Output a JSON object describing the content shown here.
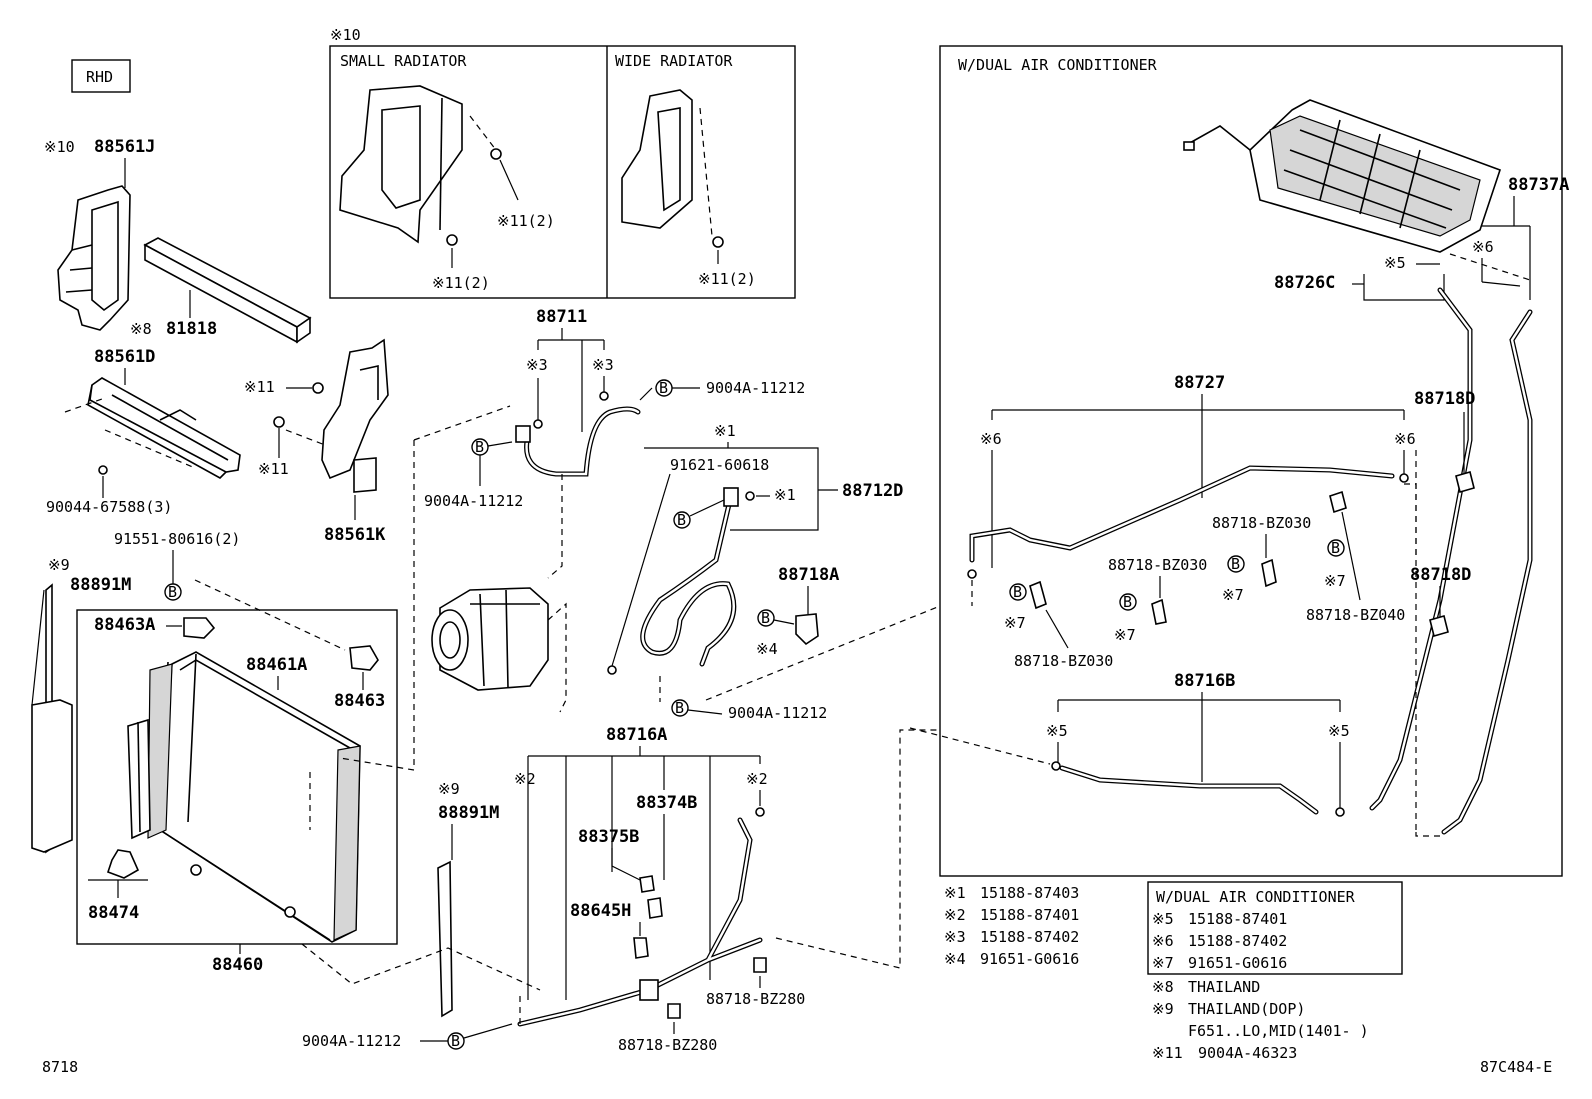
{
  "page": {
    "id_left": "8718",
    "id_right": "87C484-E",
    "rhd": "RHD"
  },
  "panels": {
    "small_radiator": "SMALL RADIATOR",
    "wide_radiator": "WIDE RADIATOR",
    "dual_ac": "W/DUAL AIR CONDITIONER",
    "panel_note": "※10"
  },
  "labels": {
    "l88561J_note": "※10",
    "l88561J": "88561J",
    "l81818_note": "※8",
    "l81818": "81818",
    "l88561D": "88561D",
    "l90044": "90044-67588(3)",
    "l11a": "※11",
    "l11b": "※11",
    "l88561K": "88561K",
    "l91551": "91551-80616(2)",
    "l9a": "※9",
    "l88891Ma": "88891M",
    "l88463A": "88463A",
    "l88461A": "88461A",
    "l88463": "88463",
    "l88474": "88474",
    "l88460": "88460",
    "l9b": "※9",
    "l88891Mb": "88891M",
    "l11_2a": "※11(2)",
    "l11_2b": "※11(2)",
    "l11_2c": "※11(2)",
    "l88711": "88711",
    "l3a": "※3",
    "l3b": "※3",
    "l9004_1": "9004A-11212",
    "l9004_2": "9004A-11212",
    "l9004_3": "9004A-11212",
    "l9004_4": "9004A-11212",
    "l1a": "※1",
    "l1b": "※1",
    "l91621": "91621-60618",
    "l88712D": "88712D",
    "l88718A": "88718A",
    "l4": "※4",
    "l88716A": "88716A",
    "l2a": "※2",
    "l2b": "※2",
    "l88374B": "88374B",
    "l88375B": "88375B",
    "l88645H": "88645H",
    "lbz280a": "88718-BZ280",
    "lbz280b": "88718-BZ280",
    "l88737A": "88737A",
    "l6a": "※6",
    "l5a": "※5",
    "l88726C": "88726C",
    "l88727": "88727",
    "l6b": "※6",
    "l6c": "※6",
    "l88718D_a": "88718D",
    "l88718D_b": "88718D",
    "lbz030a": "88718-BZ030",
    "lbz030b": "88718-BZ030",
    "lbz030c": "88718-BZ030",
    "lbz040": "88718-BZ040",
    "l7a": "※7",
    "l7b": "※7",
    "l7c": "※7",
    "l7d": "※7",
    "l88716B": "88716B",
    "l5b": "※5",
    "l5c": "※5",
    "b": "B"
  },
  "notes_left": [
    {
      "mark": "※1",
      "value": "15188-87403"
    },
    {
      "mark": "※2",
      "value": "15188-87401"
    },
    {
      "mark": "※3",
      "value": "15188-87402"
    },
    {
      "mark": "※4",
      "value": "91651-G0616"
    }
  ],
  "notes_box": {
    "title": "W/DUAL AIR CONDITIONER",
    "rows": [
      {
        "mark": "※5",
        "value": "15188-87401"
      },
      {
        "mark": "※6",
        "value": "15188-87402"
      },
      {
        "mark": "※7",
        "value": "91651-G0616"
      }
    ]
  },
  "notes_extra": [
    {
      "mark": "※8",
      "value": "THAILAND"
    },
    {
      "mark": "※9",
      "value": "THAILAND(DOP)"
    },
    {
      "mark": "",
      "value": "F651..LO,MID(1401-     )"
    },
    {
      "mark": "※11",
      "value": "9004A-46323"
    }
  ]
}
